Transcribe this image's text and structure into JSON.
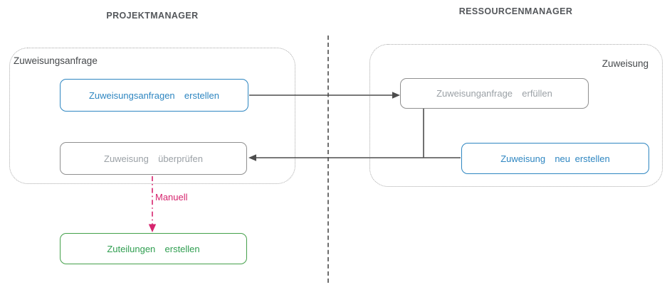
{
  "colors": {
    "accent_blue": "#2e86c1",
    "muted_gray_border": "#8f8f8f",
    "muted_gray_text": "#9ba1a6",
    "green": "#44a04a",
    "manual_red": "#d6246e",
    "connector_gray": "#4d4d4d",
    "header_text": "#54575b"
  },
  "lanes": {
    "left": {
      "header": "PROJEKTMANAGER",
      "group_label": "Zuweisungsanfrage"
    },
    "right": {
      "header": "RESSOURCENMANAGER",
      "group_label": "Zuweisung"
    }
  },
  "nodes": {
    "create_request": {
      "label": "Zuweisungsanfragen  erstellen",
      "style": "blue"
    },
    "fulfill_request": {
      "label": "Zuweisunganfrage  erfüllen",
      "style": "gray"
    },
    "review": {
      "label": "Zuweisung  überprüfen",
      "style": "gray"
    },
    "create_new": {
      "label": "Zuweisung  neu erstellen",
      "style": "blue"
    },
    "create_alloc": {
      "label": "Zuteilungen  erstellen",
      "style": "green"
    }
  },
  "edges": {
    "manual_label": "Manuell"
  }
}
